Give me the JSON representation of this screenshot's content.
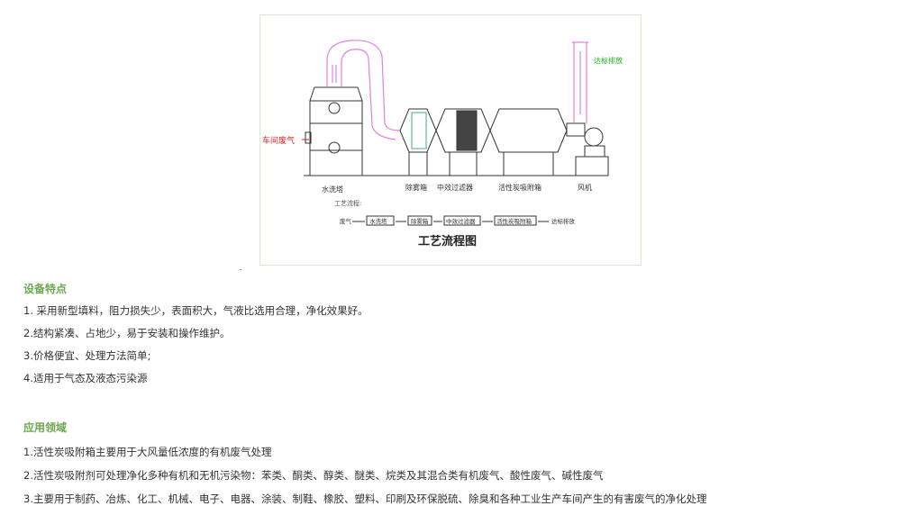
{
  "diagram": {
    "input_label": "车间废气",
    "output_label": "达标排放",
    "equipment_labels": [
      "水洗塔",
      "除雾箱",
      "中效过滤器",
      "活性炭吸附箱",
      "风机"
    ],
    "process_caption": "工艺流程:",
    "flow_steps": [
      "废气",
      "水洗塔",
      "除雾箱",
      "中效过滤器",
      "活性炭吸附箱",
      "达标排放"
    ],
    "title": "工艺流程图",
    "colors": {
      "duct": "#e080e0",
      "input_text": "#e02020",
      "output_text": "#20b020",
      "line": "#333333"
    }
  },
  "features": {
    "title": "设备特点",
    "items": [
      "1. 采用新型填料，阻力损失少，表面积大，气液比选用合理，净化效果好。",
      "2.结构紧凑、占地少，易于安装和操作维护。",
      "3.价格便宜、处理方法简单;",
      "4.适用于气态及液态污染源"
    ]
  },
  "applications": {
    "title": "应用领域",
    "items": [
      "1.活性炭吸附箱主要用于大风量低浓度的有机废气处理",
      "2.活性炭吸附剂可处理净化多种有机和无机污染物：苯类、酮类、醇类、醚类、烷类及其混合类有机废气、酸性废气、碱性废气",
      "3.主要用于制药、冶炼、化工、机械、电子、电器、涂装、制鞋、橡胶、塑料、印刷及环保脱硫、除臭和各种工业生产车间产生的有害废气的净化处理"
    ]
  }
}
